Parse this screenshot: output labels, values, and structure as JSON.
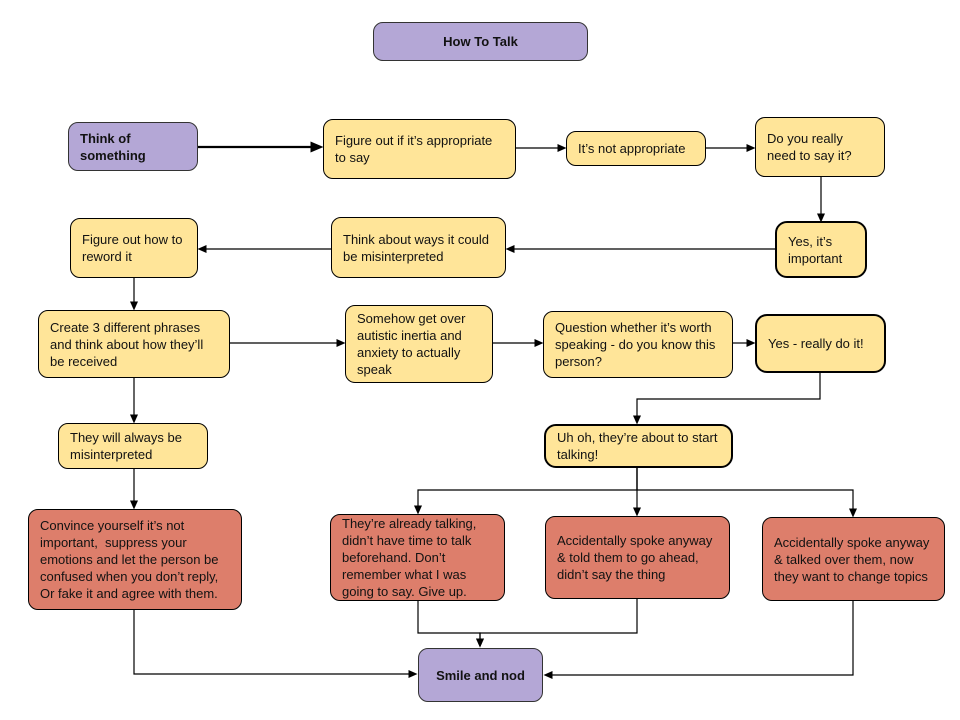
{
  "diagram": {
    "title": "How To Talk",
    "colors": {
      "purple": "#b4a7d6",
      "yellow": "#ffe599",
      "red": "#dd7e6b",
      "line": "#000000"
    },
    "nodes": [
      {
        "id": "title",
        "label": "How To Talk",
        "kind": "purple",
        "bold": true,
        "center": true
      },
      {
        "id": "think",
        "label": "Think of something",
        "kind": "purple",
        "bold": true
      },
      {
        "id": "appropriate",
        "label": "Figure out if it’s appropriate to say",
        "kind": "yellow"
      },
      {
        "id": "not-appropriate",
        "label": "It’s not appropriate",
        "kind": "yellow"
      },
      {
        "id": "need-say",
        "label": "Do you really need to say it?",
        "kind": "yellow"
      },
      {
        "id": "reword",
        "label": "Figure out how to reword it",
        "kind": "yellow"
      },
      {
        "id": "misinterpreted-ways",
        "label": "Think about ways it could be misinterpreted",
        "kind": "yellow"
      },
      {
        "id": "yes-important",
        "label": "Yes, it’s important",
        "kind": "yellow",
        "emphasis": true
      },
      {
        "id": "create-phrases",
        "label": "Create 3 different phrases and think about how they’ll be received",
        "kind": "yellow"
      },
      {
        "id": "inertia",
        "label": "Somehow get over autistic inertia and anxiety to actually speak",
        "kind": "yellow"
      },
      {
        "id": "worth",
        "label": "Question whether it’s worth speaking - do you know this person?",
        "kind": "yellow"
      },
      {
        "id": "yes-do-it",
        "label": "Yes - really do it!",
        "kind": "yellow",
        "emphasis": true
      },
      {
        "id": "always-misinterpreted",
        "label": "They will always be misinterpreted",
        "kind": "yellow"
      },
      {
        "id": "uh-oh",
        "label": "Uh oh, they’re about to start talking!",
        "kind": "yellow",
        "emphasis": true
      },
      {
        "id": "convince",
        "label": "Convince yourself it’s not important,  suppress your emotions and let the person be confused when you don’t reply, Or fake it and agree with them.",
        "kind": "red"
      },
      {
        "id": "already-talking",
        "label": "They’re already talking, didn’t have time to talk beforehand. Don’t remember what I was going to say. Give up.",
        "kind": "red"
      },
      {
        "id": "go-ahead",
        "label": "Accidentally spoke anyway & told them to go ahead, didn’t say the thing",
        "kind": "red"
      },
      {
        "id": "talked-over",
        "label": "Accidentally spoke anyway & talked over them, now they want to change topics",
        "kind": "red"
      },
      {
        "id": "smile",
        "label": "Smile and nod",
        "kind": "purple",
        "bold": true,
        "center": true
      }
    ],
    "edges": [
      {
        "from": "think",
        "to": "appropriate"
      },
      {
        "from": "appropriate",
        "to": "not-appropriate"
      },
      {
        "from": "not-appropriate",
        "to": "need-say"
      },
      {
        "from": "need-say",
        "to": "yes-important"
      },
      {
        "from": "yes-important",
        "to": "misinterpreted-ways"
      },
      {
        "from": "misinterpreted-ways",
        "to": "reword"
      },
      {
        "from": "reword",
        "to": "create-phrases"
      },
      {
        "from": "create-phrases",
        "to": "inertia"
      },
      {
        "from": "inertia",
        "to": "worth"
      },
      {
        "from": "worth",
        "to": "yes-do-it"
      },
      {
        "from": "create-phrases",
        "to": "always-misinterpreted"
      },
      {
        "from": "always-misinterpreted",
        "to": "convince"
      },
      {
        "from": "yes-do-it",
        "to": "uh-oh"
      },
      {
        "from": "uh-oh",
        "to": "already-talking"
      },
      {
        "from": "uh-oh",
        "to": "go-ahead"
      },
      {
        "from": "uh-oh",
        "to": "talked-over"
      },
      {
        "from": "convince",
        "to": "smile"
      },
      {
        "from": "already-talking",
        "to": "smile"
      },
      {
        "from": "go-ahead",
        "to": "smile"
      },
      {
        "from": "talked-over",
        "to": "smile"
      }
    ]
  }
}
